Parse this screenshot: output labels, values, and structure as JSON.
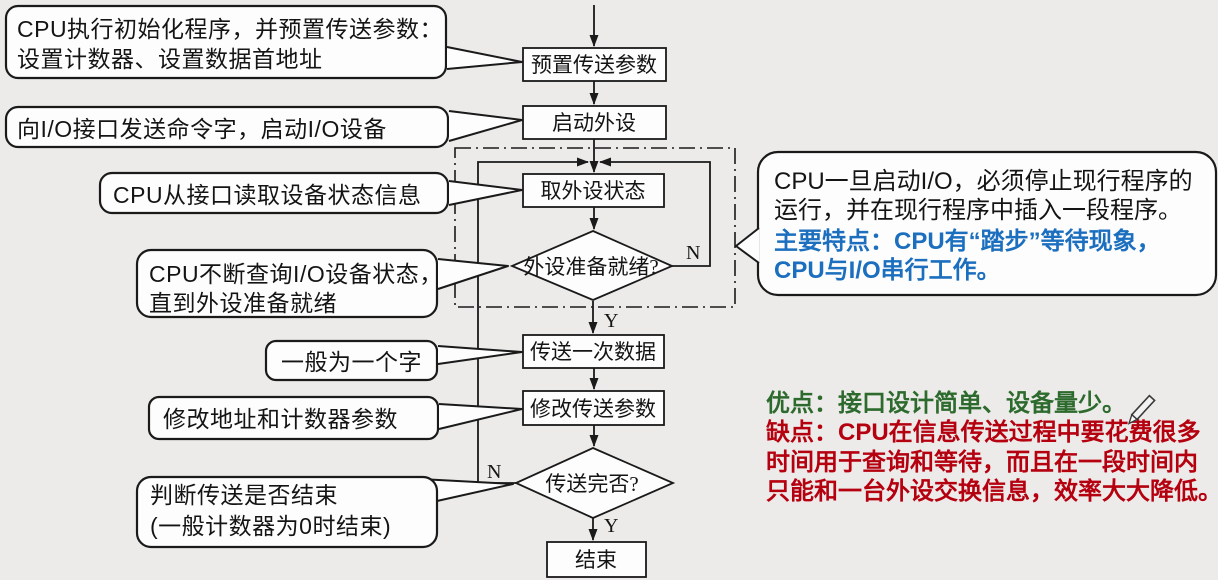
{
  "background": "#edebe9",
  "colors": {
    "line": "#1a1a1a",
    "shape_fill": "#fdfdfd",
    "text": "#141414",
    "blue": "#1b6fbe",
    "green": "#2d6a2d",
    "red": "#b5000f"
  },
  "flowchart": {
    "boxes": {
      "preset": "预置传送参数",
      "start_peripheral": "启动外设",
      "get_status": "取外设状态",
      "transfer_once": "传送一次数据",
      "modify_params": "修改传送参数",
      "end": "结束"
    },
    "decisions": {
      "ready": "外设准备就绪?",
      "done": "传送完否?"
    },
    "branch": {
      "yes": "Y",
      "no": "N"
    }
  },
  "callouts": {
    "init": [
      "CPU执行初始化程序，并预置传送参数：",
      "设置计数器、设置数据首地址"
    ],
    "command": [
      "向I/O接口发送命令字，启动I/O设备"
    ],
    "read_status": [
      "CPU从接口读取设备状态信息"
    ],
    "poll": [
      "CPU不断查询I/O设备状态，",
      "直到外设准备就绪"
    ],
    "one_word": [
      "一般为一个字"
    ],
    "modify": [
      "修改地址和计数器参数"
    ],
    "judge_end": [
      "判断传送是否结束",
      "(一般计数器为0时结束)"
    ]
  },
  "note_bubble": {
    "black": [
      "CPU一旦启动I/O，必须停止现行程序的",
      "运行，并在现行程序中插入一段程序。"
    ],
    "blue": [
      "主要特点：CPU有“踏步”等待现象，",
      "CPU与I/O串行工作。"
    ]
  },
  "summary": {
    "pros": "优点：接口设计简单、设备量少。",
    "cons": [
      "缺点：CPU在信息传送过程中要花费很多",
      "时间用于查询和等待，而且在一段时间内",
      "只能和一台外设交换信息，效率大大降低。"
    ]
  },
  "icons": {
    "pen_cursor": "✎"
  }
}
